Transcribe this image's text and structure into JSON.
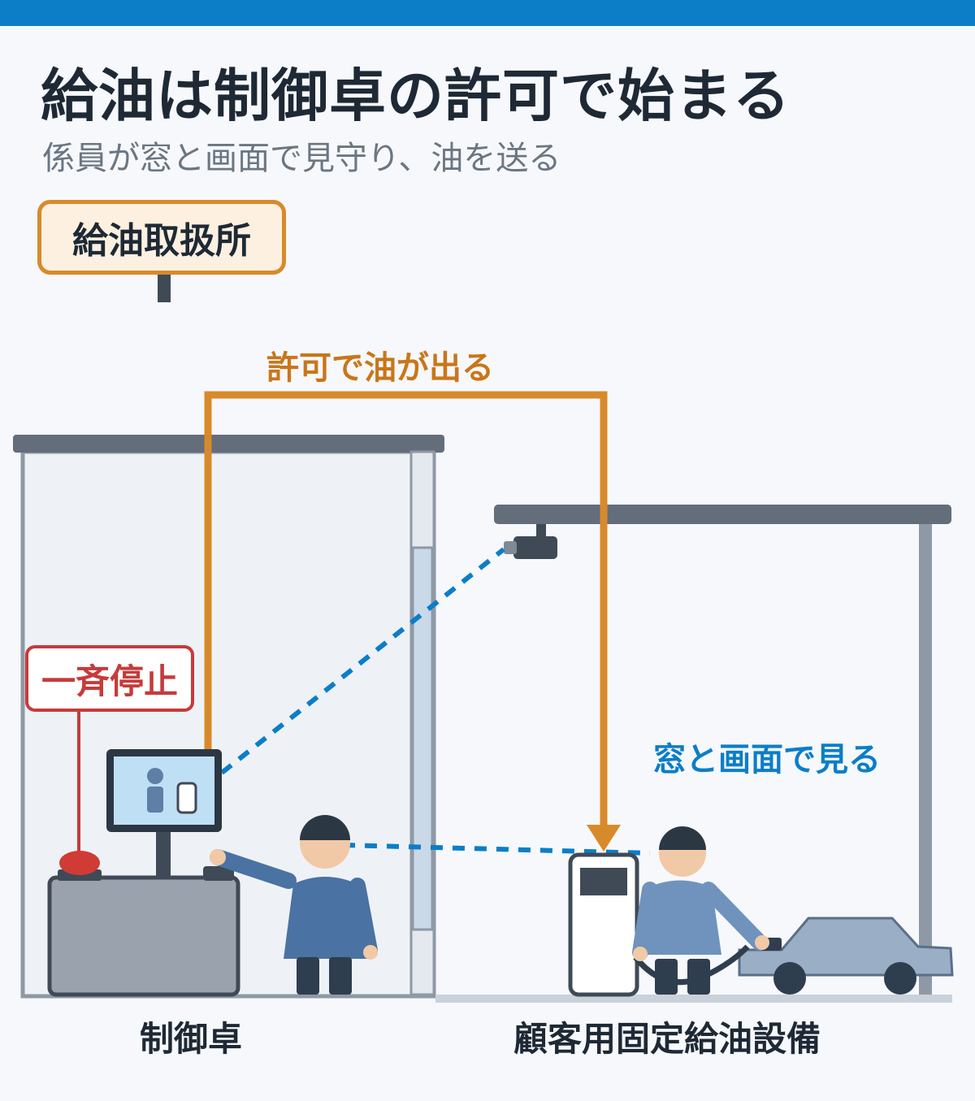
{
  "title": "給油は制御卓の許可で始まる",
  "subtitle": "係員が窓と画面で見守り、油を送る",
  "sign_label": "給油取扱所",
  "flow_label": "許可で油が出る",
  "watch_label": "窓と画面で見る",
  "emergency_stop_label": "一斉停止",
  "left_caption": "制御卓",
  "right_caption": "顧客用固定給油設備",
  "colors": {
    "header_bar": "#0b7ec7",
    "permission_flow": "#d88a2a",
    "monitoring_line": "#0b7ec7",
    "emergency": "#c63b3b",
    "roof": "#636e7a"
  }
}
